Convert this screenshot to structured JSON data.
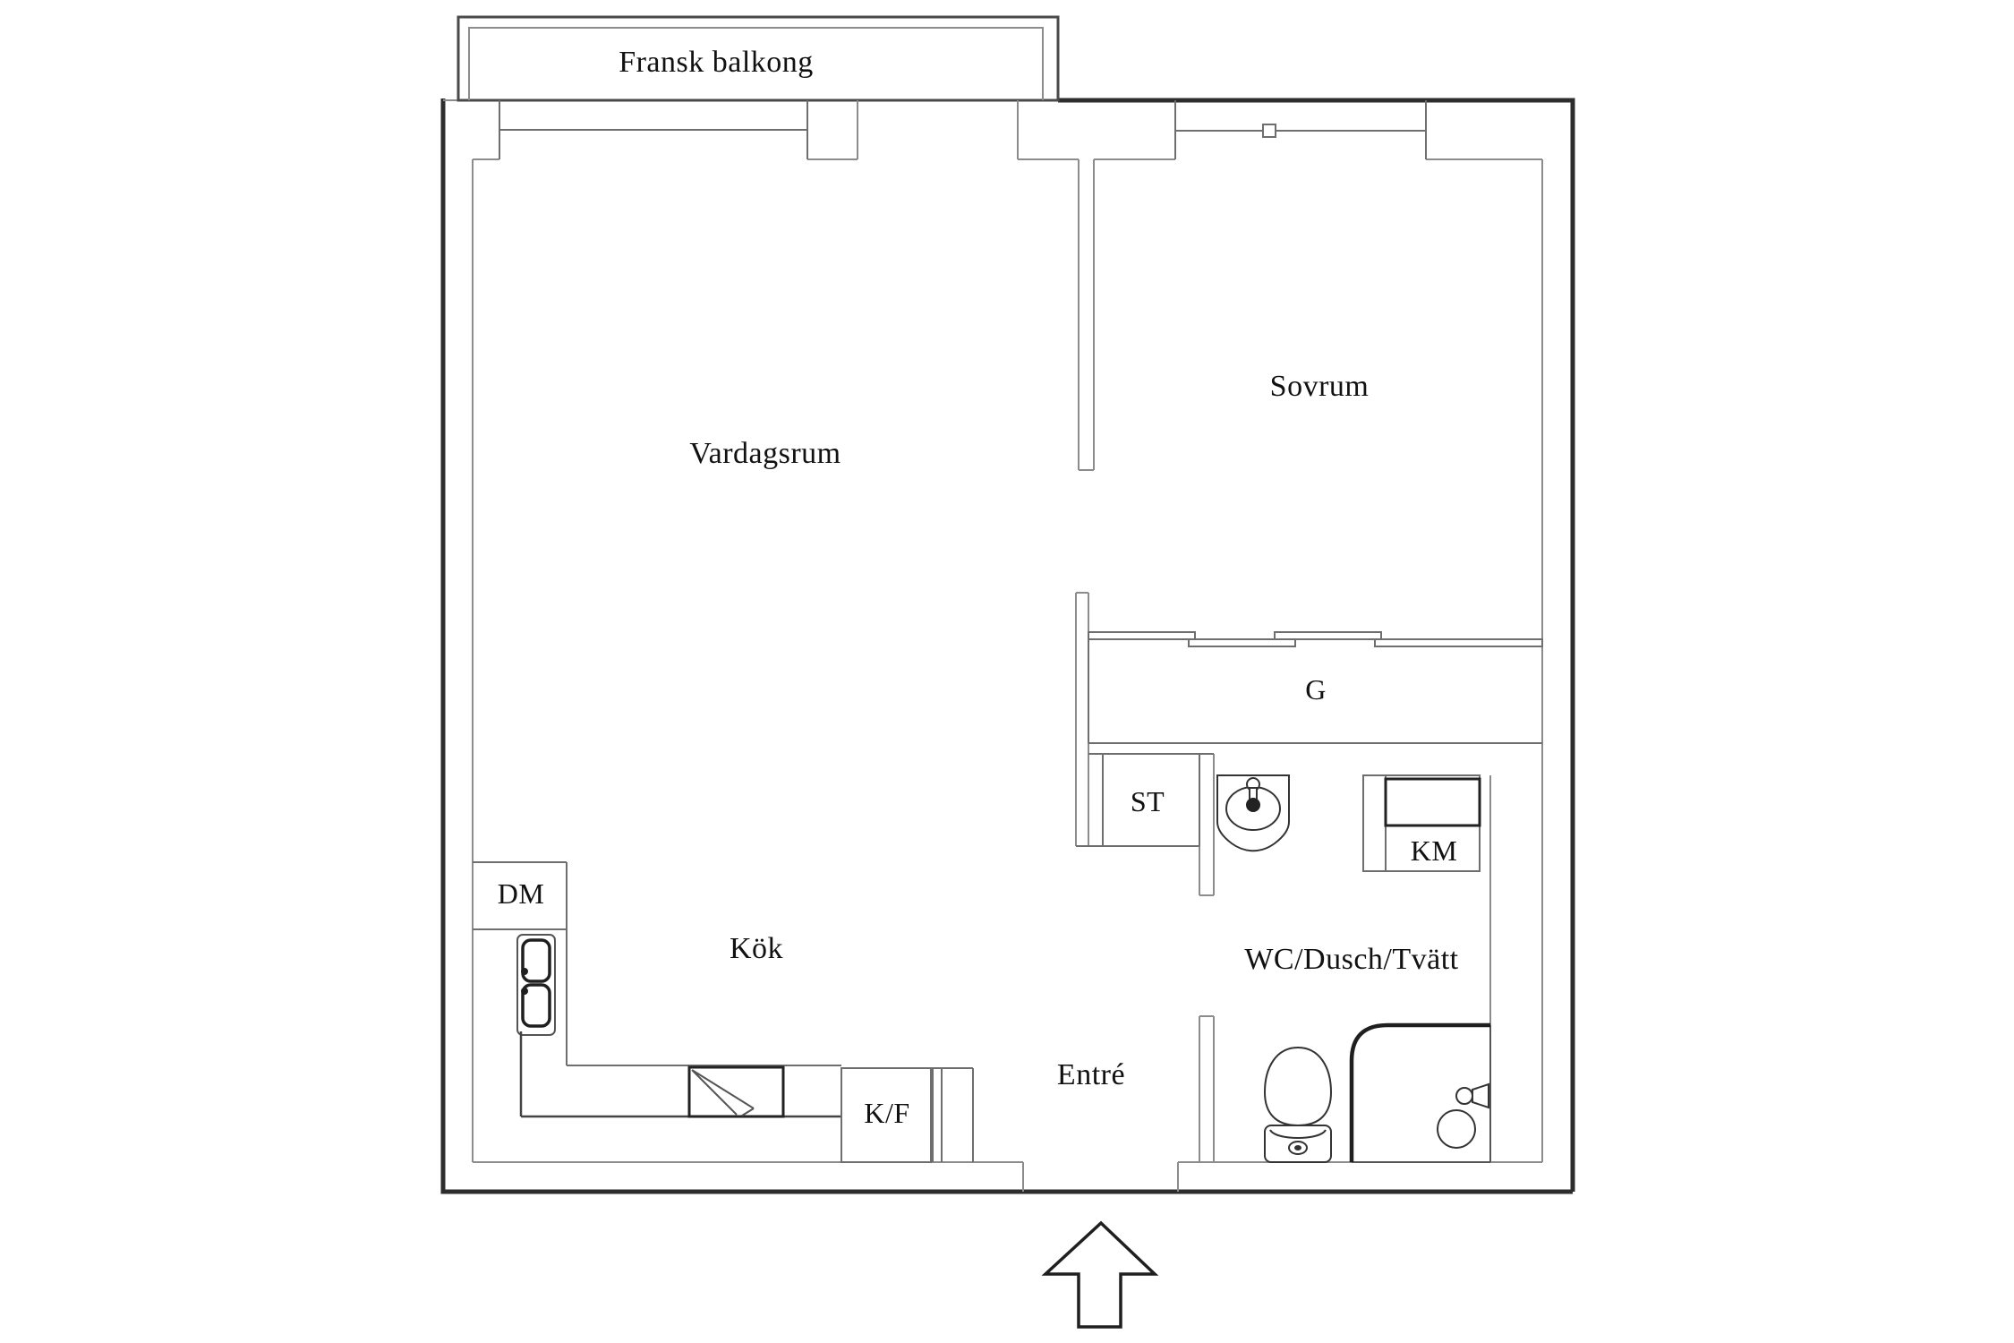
{
  "floorplan": {
    "balcony": {
      "label": "Fransk balkong"
    },
    "rooms": {
      "living_room": "Vardagsrum",
      "bedroom": "Sovrum",
      "kitchen": "Kök",
      "entrance": "Entré",
      "bathroom": "WC/Dusch/Tvätt"
    },
    "storage": {
      "wardrobe": "G",
      "cleaning_closet": "ST"
    },
    "appliances": {
      "dishwasher": "DM",
      "washing_machine": "KM",
      "fridge_freezer": "K/F"
    },
    "colors": {
      "wall_outer": "#2d2d2d",
      "line_thin": "#8c8c8c",
      "line_medium": "#6e6e6e",
      "fixture": "#333333",
      "text": "#111111",
      "background": "#ffffff"
    }
  }
}
